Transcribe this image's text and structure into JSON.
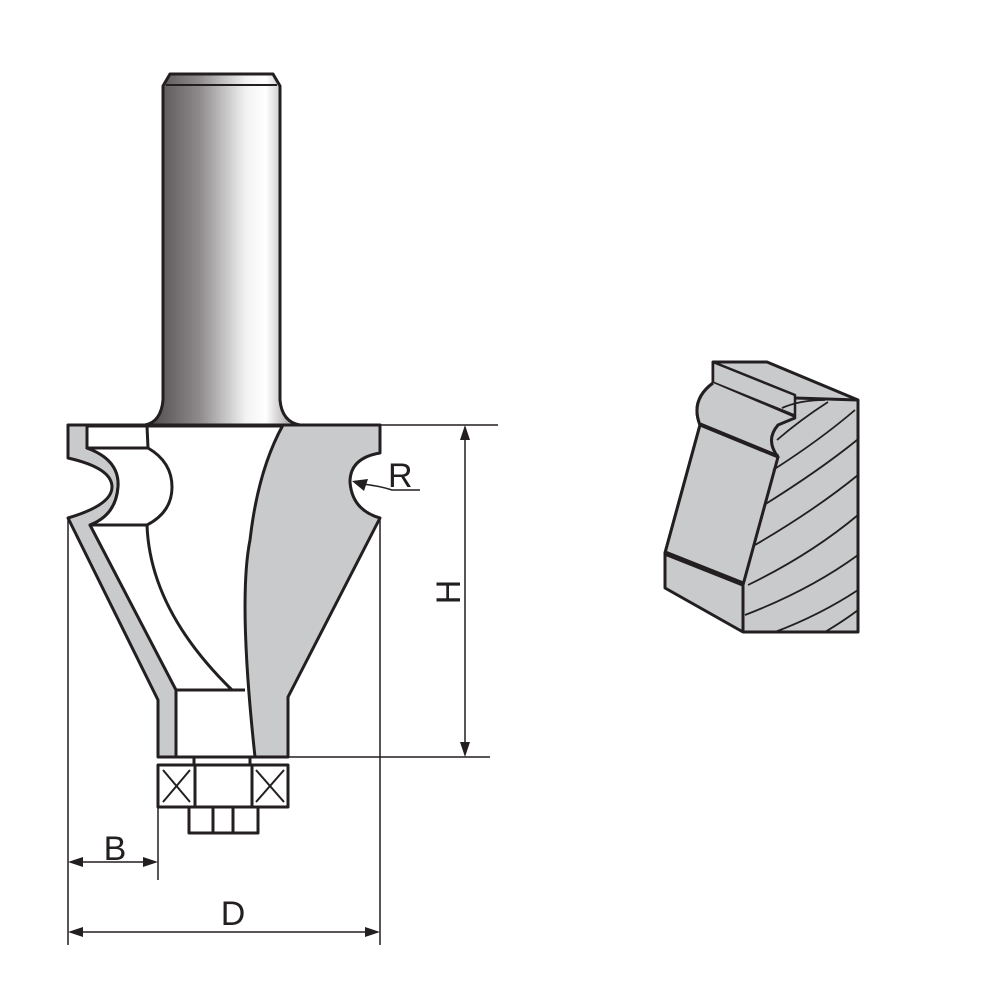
{
  "diagram": {
    "subject": "router-bit-with-bearing",
    "labels": {
      "height": "H",
      "radius": "R",
      "bearing_offset": "B",
      "diameter": "D"
    },
    "colors": {
      "outline": "#231f20",
      "fill_gray": "#c9cacc",
      "background": "#ffffff"
    }
  }
}
